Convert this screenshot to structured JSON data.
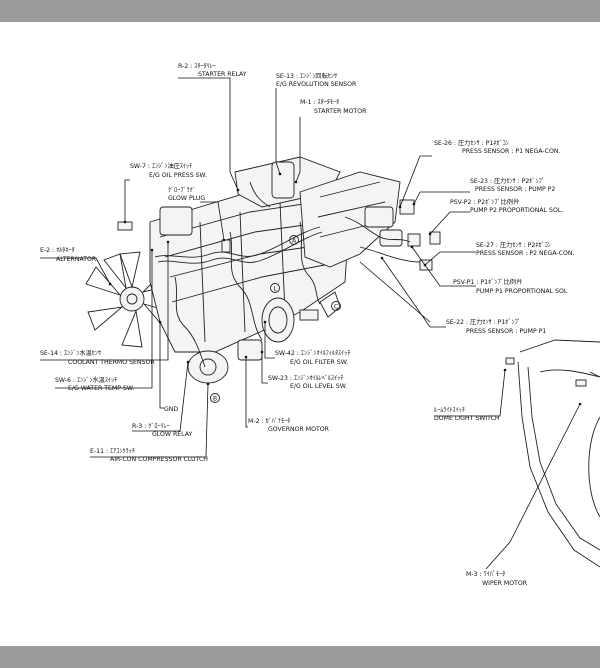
{
  "labels": [
    {
      "key": "starter_relay",
      "line1": "R-2 : ｽﾀｰﾀﾘﾚｰ",
      "line2": "STARTER RELAY"
    },
    {
      "key": "eg_revolution_sensor",
      "line1": "SE-13 : ｴﾝｼﾞﾝ回転ｾﾝｻ",
      "line2": "E/G REVOLUTION SENSOR"
    },
    {
      "key": "starter_motor",
      "line1": "M-1 : ｽﾀｰﾀﾓｰﾀ",
      "line2": "STARTER MOTOR"
    },
    {
      "key": "p1_nega_con",
      "line1": "SE-26 : 圧力ｾﾝｻ : P1ﾈｶﾞｺﾝ",
      "line2": "PRESS SENSOR : P1 NEGA-CON."
    },
    {
      "key": "eg_oil_press_sw",
      "line1": "SW-7 : ｴﾝｼﾞﾝ油圧ｽｲｯﾁ",
      "line2": "E/G OIL PRESS SW."
    },
    {
      "key": "glow_plug",
      "line1": "ｸﾞﾛｰﾌﾟﾗｸﾞ",
      "line2": "GLOW PLUG"
    },
    {
      "key": "press_sensor_pump_p2",
      "line1": "SE-23 : 圧力ｾﾝｻ : P2ﾎﾟﾝﾌﾟ",
      "line2": "PRESS SENSOR : PUMP P2"
    },
    {
      "key": "pump_p2_proportional",
      "line1": "PSV-P2 : P2ﾎﾟﾝﾌﾟ比例弁",
      "line2": "PUMP P2 PROPORTIONAL SOL."
    },
    {
      "key": "p2_nega_con",
      "line1": "SE-27 : 圧力ｾﾝｻ : P2ﾈｶﾞｺﾝ",
      "line2": "PRESS SENSOR : P2 NEGA-CON."
    },
    {
      "key": "alternator",
      "line1": "E-2 : ｵﾙﾀﾈｰﾀ",
      "line2": "ALTERNATOR"
    },
    {
      "key": "pump_p1_proportional",
      "line1": "PSV-P1 : P1ﾎﾟﾝﾌﾟ比例弁",
      "line2": "PUMP P1 PROPORTIONAL SOL"
    },
    {
      "key": "press_sensor_pump_p1",
      "line1": "SE-22 : 圧力ｾﾝｻ : P1ﾎﾟﾝﾌﾟ",
      "line2": "PRESS SENSOR : PUMP P1"
    },
    {
      "key": "coolant_thermo_sensor",
      "line1": "SE-14 : ｴﾝｼﾞﾝ水温ｾﾝｻ",
      "line2": "COOLANT THERMO SENSOR"
    },
    {
      "key": "eg_oil_filter_sw",
      "line1": "SW-42 : ｴﾝｼﾞﾝｵｲﾙﾌｨﾙﾀｽｲｯﾁ",
      "line2": "E/G OIL FILTER SW."
    },
    {
      "key": "eg_water_temp_sw",
      "line1": "SW-6 : ｴﾝｼﾞﾝ水温ｽｲｯﾁ",
      "line2": "E/G WATER TEMP SW."
    },
    {
      "key": "eg_oil_level_sw",
      "line1": "SW-23 : ｴﾝｼﾞﾝｵｲﾙﾚﾍﾞﾙｽｲｯﾁ",
      "line2": "E/G OIL LEVEL SW."
    },
    {
      "key": "gnd",
      "line1": "",
      "line2": "GND"
    },
    {
      "key": "dome_light_switch",
      "line1": "ﾙｰﾑﾗｲﾄｽｲｯﾁ",
      "line2": "DOME LIGHT SWITCH"
    },
    {
      "key": "glow_relay",
      "line1": "R-3 : ｸﾞﾛｰﾘﾚｰ",
      "line2": "GLOW RELAY"
    },
    {
      "key": "governor_motor",
      "line1": "M-2 : ｶﾞﾊﾞﾅﾓｰﾀ",
      "line2": "GOVERNOR MOTOR"
    },
    {
      "key": "aircon_compressor_clutch",
      "line1": "E-11 : ｴｱｺﾝｸﾗｯﾁ",
      "line2": "AIR-CON COMPRESSOR CLUTCH"
    },
    {
      "key": "wiper_motor",
      "line1": "M-3 : ﾜｲﾊﾟﾓｰﾀ",
      "line2": "WIPER MOTOR"
    }
  ],
  "markers": [
    "A",
    "B",
    "C",
    "L"
  ]
}
